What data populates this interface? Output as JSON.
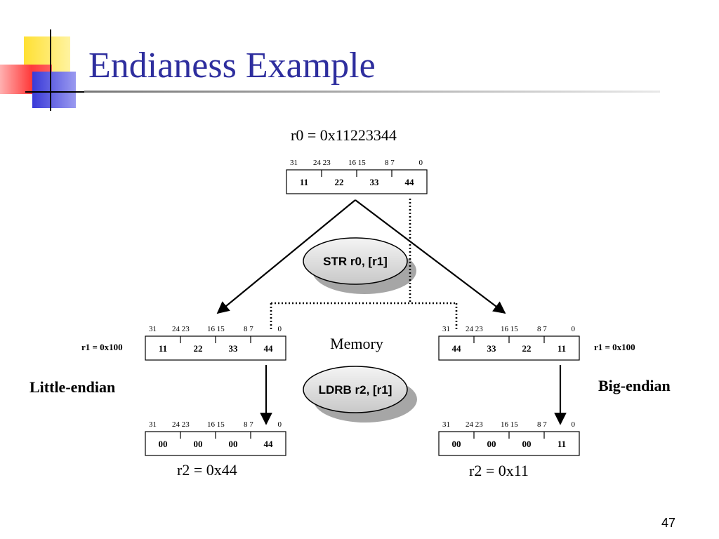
{
  "slide": {
    "title": "Endianess Example",
    "page_number": "47"
  },
  "bit_labels": [
    "31",
    "24 23",
    "16 15",
    "8 7",
    "0"
  ],
  "register_r0": {
    "caption": "r0 =  0x11223344",
    "bytes": [
      "11",
      "22",
      "33",
      "44"
    ]
  },
  "instructions": {
    "store": "STR r0, [r1]",
    "load": "LDRB r2, [r1]"
  },
  "memory_label": "Memory",
  "little_endian": {
    "label": "Little-endian",
    "address_label": "r1 = 0x100",
    "memory_bytes": [
      "11",
      "22",
      "33",
      "44"
    ],
    "result_bytes": [
      "00",
      "00",
      "00",
      "44"
    ],
    "result_caption": "r2 =  0x44"
  },
  "big_endian": {
    "label": "Big-endian",
    "address_label": "r1 = 0x100",
    "memory_bytes": [
      "44",
      "33",
      "22",
      "11"
    ],
    "result_bytes": [
      "00",
      "00",
      "00",
      "11"
    ],
    "result_caption": "r2 =  0x11"
  },
  "colors": {
    "title": "#2E2E9E",
    "accent_yellow": "#FFE033",
    "accent_red": "#FF3B3B",
    "accent_blue": "#3A3AD8",
    "ellipse_fill": "#E0E0E0"
  }
}
